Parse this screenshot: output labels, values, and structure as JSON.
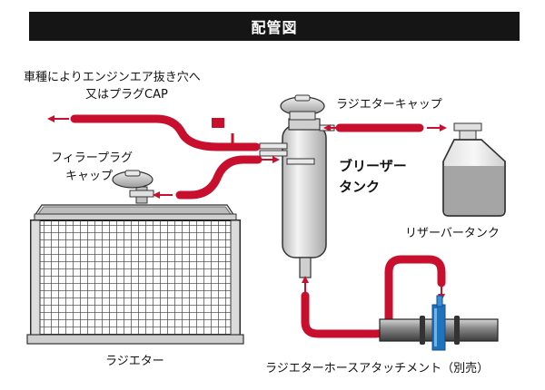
{
  "title": "配管図",
  "labels": {
    "engine_vent_line1": "車種によりエンジンエア抜き穴へ",
    "engine_vent_line2": "又はプラグCAP",
    "radiator_cap": "ラジエターキャップ",
    "filler_plug_line1": "フィラープラグ",
    "filler_plug_line2": "キャップ",
    "breather_tank_line1": "ブリーザー",
    "breather_tank_line2": "タンク",
    "reservoir_tank": "リザーバータンク",
    "radiator": "ラジエター",
    "hose_attachment": "ラジエターホースアタッチメント（別売）"
  },
  "colors": {
    "hose": "#c8102e",
    "tank_body": "#d9d9d9",
    "coolant": "#a5a5a5",
    "attachment": "#1e73be",
    "title_bg": "#151515"
  }
}
